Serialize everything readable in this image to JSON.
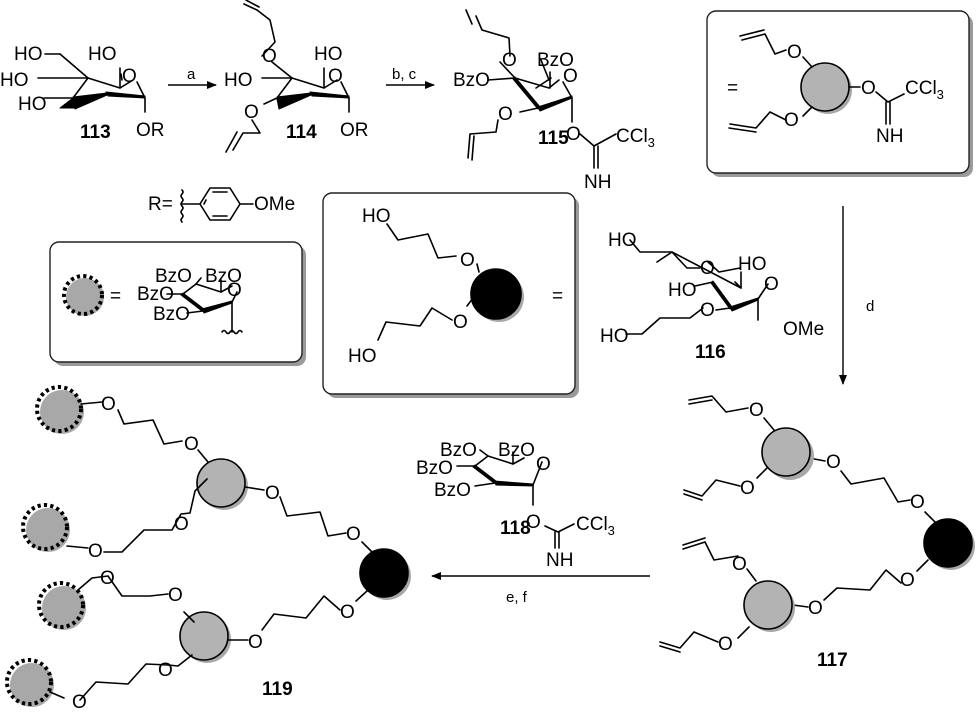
{
  "scheme": {
    "compounds": {
      "c113": {
        "label": "113",
        "substituents": [
          "HO",
          "HO",
          "HO",
          "HO",
          "O",
          "OR"
        ]
      },
      "c114": {
        "label": "114",
        "substituents": [
          "HO",
          "HO",
          "O",
          "O",
          "O",
          "OR"
        ]
      },
      "c115": {
        "label": "115",
        "substituents": [
          "BzO",
          "BzO",
          "O",
          "O",
          "O",
          "O",
          "CCl",
          "3",
          "NH"
        ]
      },
      "c116": {
        "label": "116",
        "substituents": [
          "HO",
          "HO",
          "HO",
          "HO",
          "O",
          "O",
          "O",
          "OMe"
        ]
      },
      "c117": {
        "label": "117"
      },
      "c118": {
        "label": "118",
        "substituents": [
          "BzO",
          "BzO",
          "BzO",
          "BzO",
          "O",
          "O",
          "CCl",
          "3",
          "NH"
        ]
      },
      "c119": {
        "label": "119"
      }
    },
    "conditions": {
      "step1": "a",
      "step2": "b, c",
      "step3": "d",
      "step4": "e, f"
    },
    "r_group": {
      "prefix": "R=",
      "suffix": "OMe"
    },
    "legend_boxes": {
      "gray_donor": {
        "equals": "=",
        "atoms": [
          "O",
          "O",
          "O",
          "CCl",
          "3",
          "NH"
        ]
      },
      "black_core": {
        "equals": "=",
        "atoms": [
          "HO",
          "HO",
          "O",
          "O"
        ]
      },
      "dotted_mannose": {
        "equals": "=",
        "atoms": [
          "BzO",
          "BzO",
          "BzO",
          "BzO",
          "O"
        ]
      }
    },
    "dendrimer_atom": "O",
    "colors": {
      "gray_node": "#b3b3b3",
      "black_node": "#000000",
      "shadow": "#a8a8a8"
    }
  }
}
